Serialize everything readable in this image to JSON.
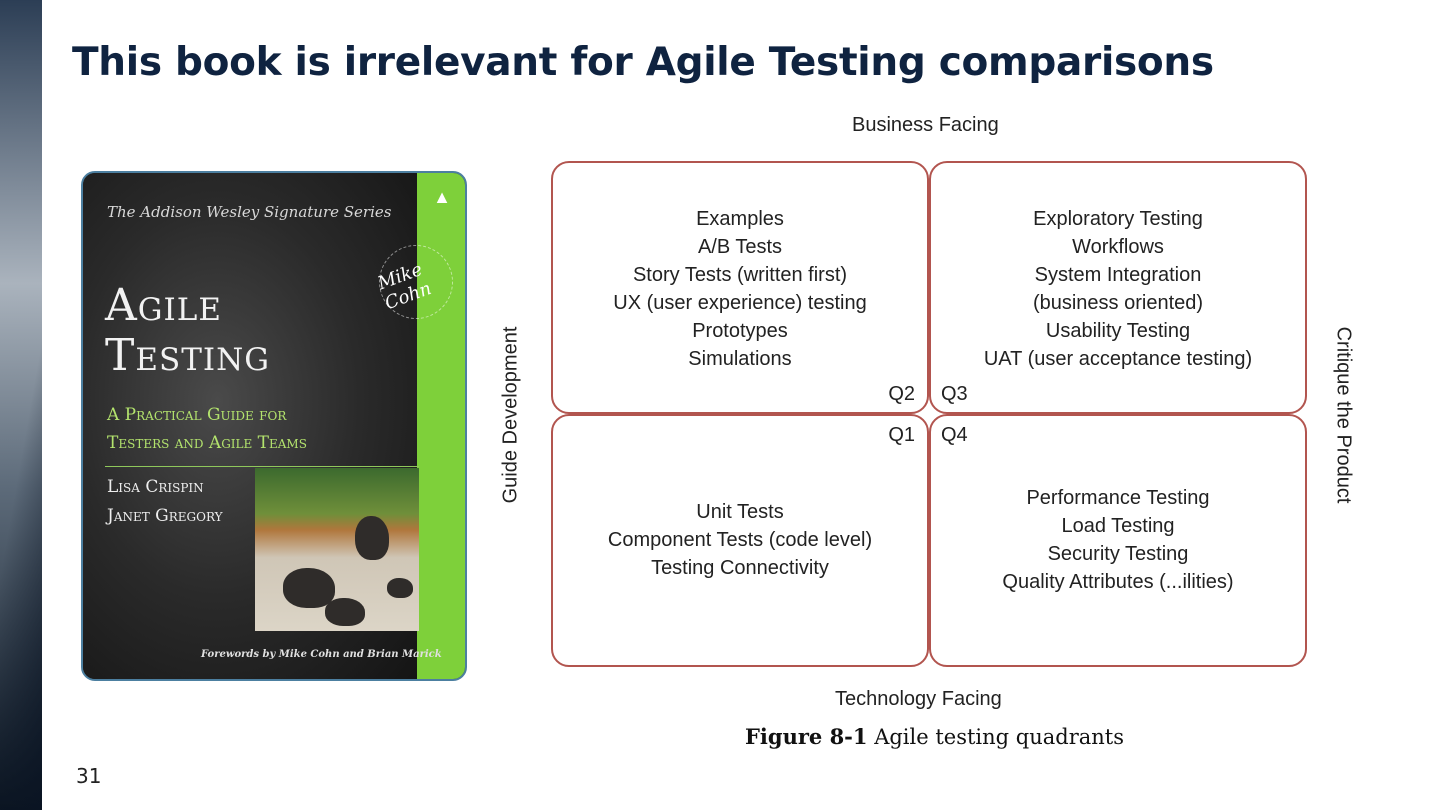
{
  "slide": {
    "title": "This book is irrelevant for Agile Testing comparisons",
    "page_number": "31"
  },
  "book": {
    "series": "The Addison Wesley Signature Series",
    "title_line1": "Agile",
    "title_line2": "Testing",
    "subtitle_line1": "A Practical Guide for",
    "subtitle_line2": "Testers and Agile Teams",
    "author1": "Lisa Crispin",
    "author2": "Janet Gregory",
    "forewords": "Forewords by Mike Cohn and Brian Marick",
    "seal_text": "Mike Cohn",
    "colors": {
      "stripe": "#7ed03a",
      "border": "#4c7fa0"
    }
  },
  "quadrants": {
    "axis_top": "Business Facing",
    "axis_bottom": "Technology Facing",
    "axis_left": "Guide Development",
    "axis_right": "Critique the Product",
    "border_color": "#b2554f",
    "q2": {
      "tag": "Q2",
      "items": [
        "Examples",
        "A/B Tests",
        "Story Tests (written first)",
        "UX (user experience) testing",
        "Prototypes",
        "Simulations"
      ]
    },
    "q3": {
      "tag": "Q3",
      "items": [
        "Exploratory Testing",
        "Workflows",
        "System Integration",
        "(business oriented)",
        "Usability Testing",
        "UAT (user acceptance testing)"
      ]
    },
    "q1": {
      "tag": "Q1",
      "items": [
        "Unit Tests",
        "Component Tests (code level)",
        "Testing Connectivity"
      ]
    },
    "q4": {
      "tag": "Q4",
      "items": [
        "Performance Testing",
        "Load Testing",
        "Security Testing",
        "Quality Attributes (...ilities)"
      ]
    },
    "caption_label": "Figure 8-1",
    "caption_text": "Agile testing quadrants"
  }
}
